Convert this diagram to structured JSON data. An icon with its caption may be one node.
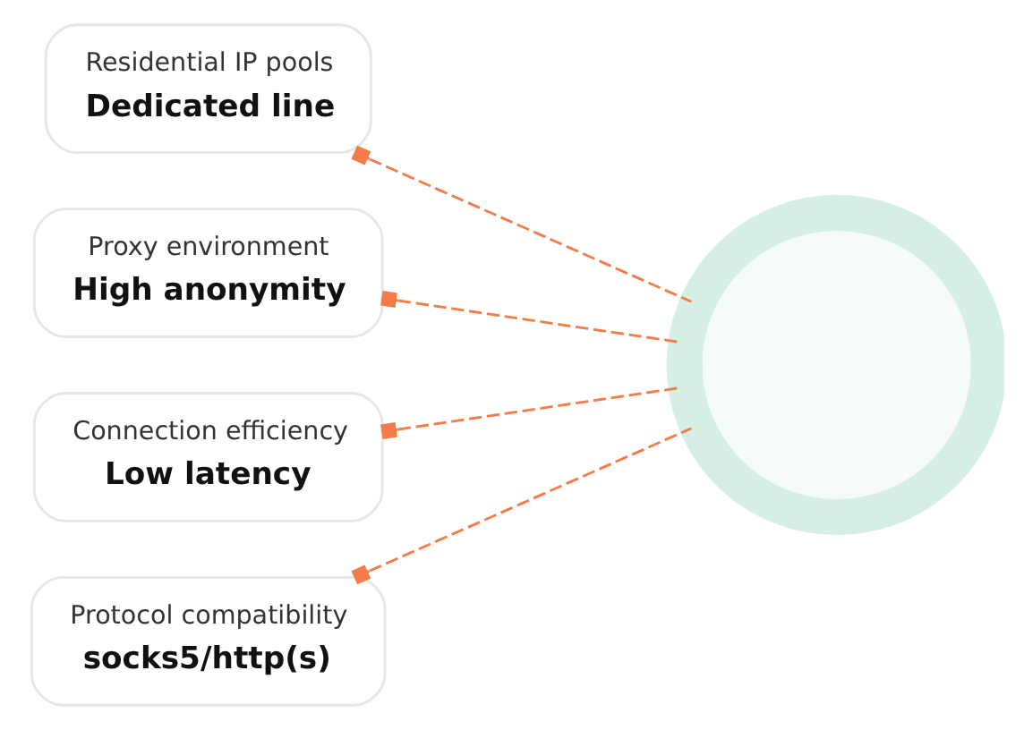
{
  "diagram": {
    "nodes": [
      {
        "text": [
          "Residential IP pools",
          "Dedicated line"
        ]
      },
      {
        "text": [
          "Proxy environment",
          "High anonymity"
        ]
      },
      {
        "text": [
          "Connection efficiency",
          "Low latency"
        ]
      },
      {
        "text": [
          "Protocol compatibility",
          "socks5/http(s)"
        ]
      },
      {
        "text": [],
        "shape": "circle"
      }
    ],
    "edges": [
      {
        "from": 0,
        "to": 4,
        "arrow": "other",
        "style": "dashed",
        "color": "#f47c48"
      },
      {
        "from": 1,
        "to": 4,
        "arrow": "other",
        "style": "dashed",
        "color": "#f47c48"
      },
      {
        "from": 2,
        "to": 4,
        "arrow": "other",
        "style": "dashed",
        "color": "#f47c48"
      },
      {
        "from": 3,
        "to": 4,
        "arrow": "other",
        "style": "dashed",
        "color": "#f47c48"
      }
    ]
  }
}
